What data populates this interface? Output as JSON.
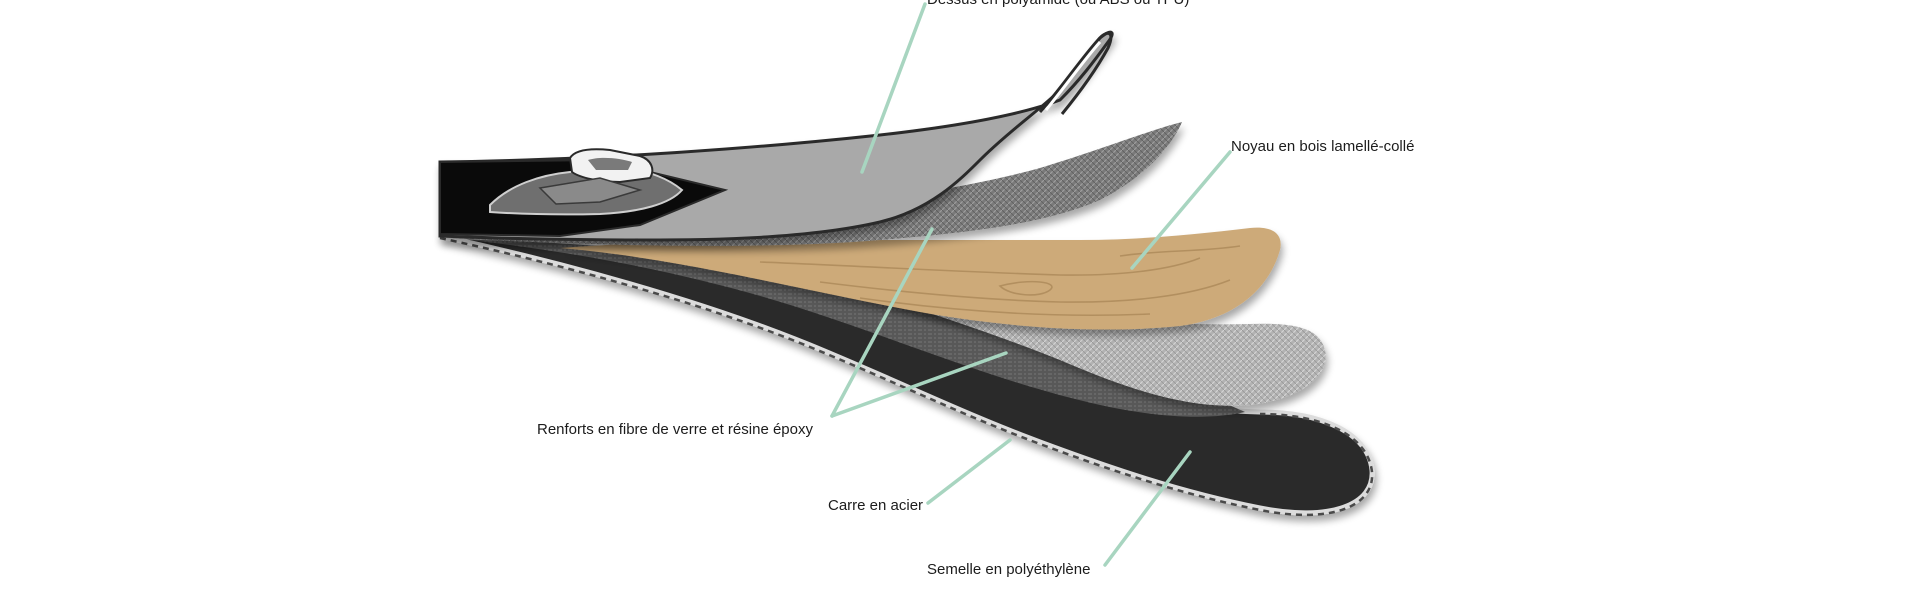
{
  "diagram": {
    "labels": {
      "top": "Dessus en polyamide (ou ABS ou TPU)",
      "core": "Noyau en bois lamellé-collé",
      "reinforcement": "Renforts en fibre de verre et résine époxy",
      "edge": "Carre en acier",
      "base": "Semelle en polyéthylène"
    },
    "colors": {
      "leader": "#a8d5c0",
      "top_sheet": "#a9a9a9",
      "wood": "#cdaa79",
      "base": "#2b2b2b",
      "fiber_light": "#b7b7b7",
      "fiber_dark": "#6a6a6a"
    }
  }
}
